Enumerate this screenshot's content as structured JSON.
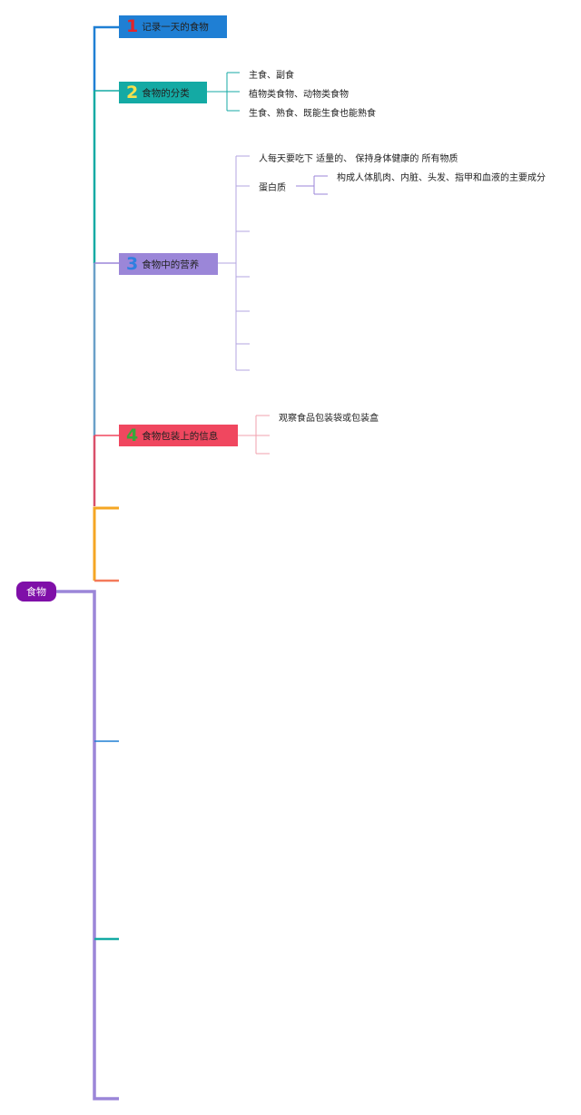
{
  "root": {
    "label": "食物",
    "color": "#7f0fa8"
  },
  "topics": [
    {
      "num": "1",
      "label": "记录一天的食物",
      "bg": "#1f7fd4",
      "num_color": "#e3242b"
    },
    {
      "num": "2",
      "label": "食物的分类",
      "bg": "#14aaa4",
      "num_color": "#f4e04d"
    },
    {
      "num": "3",
      "label": "食物中的营养",
      "bg": "#9b86d8",
      "num_color": "#2f7fe0"
    },
    {
      "num": "4",
      "label": "食物包装上的信息",
      "bg": "#f0475f",
      "num_color": "#3aa63a"
    }
  ],
  "classification": [
    "主食、副食",
    "植物类食物、动物类食物",
    "生食、熟食、既能生食也能熟食"
  ],
  "nutrition": {
    "intro": "人每天要吃下 适量的、 保持身体健康的 所有物质",
    "protein": "蛋白质",
    "protein_detail": "构成人体肌肉、内脏、头发、指甲和血液的主要成分"
  },
  "packaging": [
    "观察食品包装袋或包装盒"
  ],
  "colors": {
    "blue": "#1f7fd4",
    "teal": "#14aaa4",
    "lavender": "#9b86d8",
    "red": "#f0475f",
    "orange": "#f5a623",
    "salmon": "#f47a5a",
    "purple": "#9b86d8"
  }
}
